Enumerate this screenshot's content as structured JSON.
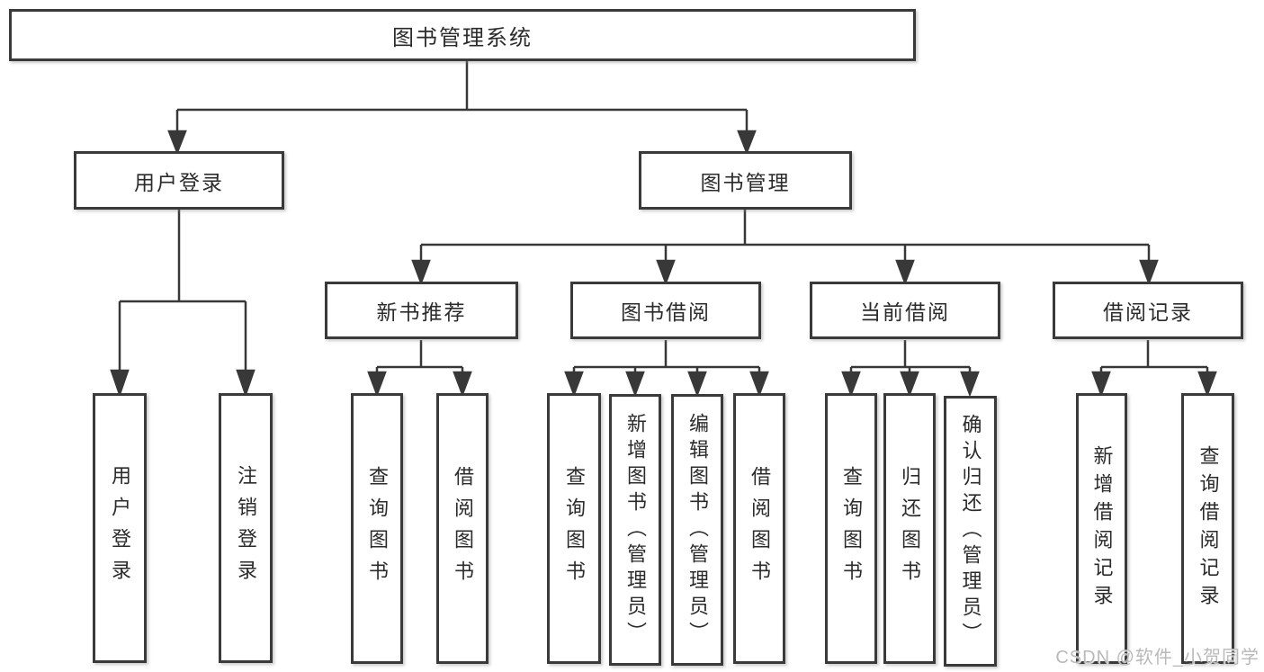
{
  "tree": {
    "root": {
      "label": "图书管理系统"
    },
    "branches": [
      {
        "label": "用户登录",
        "children": [
          {
            "label": "用户登录"
          },
          {
            "label": "注销登录"
          }
        ]
      },
      {
        "label": "图书管理",
        "children": [
          {
            "label": "新书推荐",
            "children": [
              {
                "label": "查询图书"
              },
              {
                "label": "借阅图书"
              }
            ]
          },
          {
            "label": "图书借阅",
            "children": [
              {
                "label": "查询图书"
              },
              {
                "label": "新增图书（管理员）"
              },
              {
                "label": "编辑图书（管理员）"
              },
              {
                "label": "借阅图书"
              }
            ]
          },
          {
            "label": "当前借阅",
            "children": [
              {
                "label": "查询图书"
              },
              {
                "label": "归还图书"
              },
              {
                "label": "确认归还（管理员）"
              }
            ]
          },
          {
            "label": "借阅记录",
            "children": [
              {
                "label": "新增借阅记录"
              },
              {
                "label": "查询借阅记录"
              }
            ]
          }
        ]
      }
    ]
  },
  "watermark": {
    "text": "CSDN @软件_小贺同学"
  },
  "colors": {
    "line": "#383838",
    "box_border": "#3a3a3a",
    "box_fill": "#ffffff",
    "text": "#2b2b2b",
    "watermark": "#b9b9b9",
    "background": "#ffffff"
  }
}
